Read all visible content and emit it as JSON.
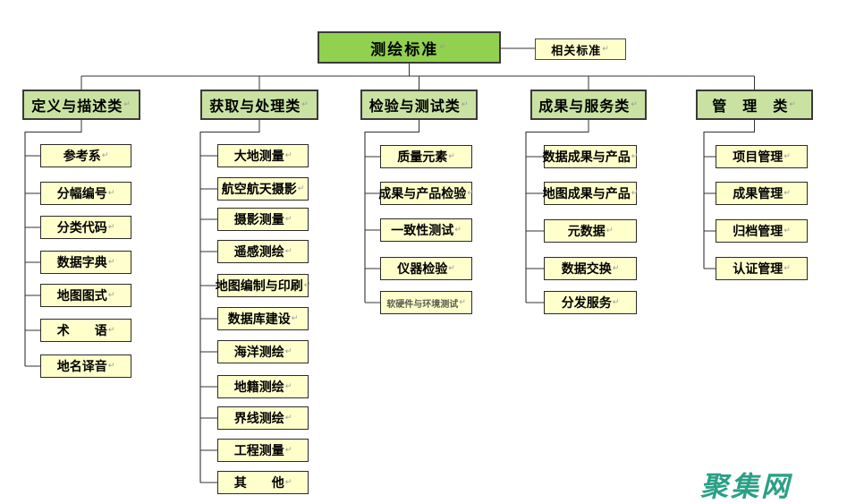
{
  "root": {
    "label": "测绘标准"
  },
  "related": {
    "label": "相关标准"
  },
  "categories": [
    {
      "label": "定义与描述类",
      "children": [
        "参考系",
        "分幅编号",
        "分类代码",
        "数据字典",
        "地图图式",
        "术　　语",
        "地名译音"
      ]
    },
    {
      "label": "获取与处理类",
      "children": [
        "大地测量",
        "航空航天摄影",
        "摄影测量",
        "遥感测绘",
        "地图编制与印刷",
        "数据库建设",
        "海洋测绘",
        "地籍测绘",
        "界线测绘",
        "工程测量",
        "其　　他"
      ]
    },
    {
      "label": "检验与测试类",
      "children": [
        "质量元素",
        "成果与产品检验",
        "一致性测试",
        "仪器检验",
        "软硬件与环境测试"
      ]
    },
    {
      "label": "成果与服务类",
      "children": [
        "数据成果与产品",
        "地图成果与产品",
        "元数据",
        "数据交换",
        "分发服务"
      ]
    },
    {
      "label": "管　理　类",
      "children": [
        "项目管理",
        "成果管理",
        "归档管理",
        "认证管理"
      ]
    }
  ],
  "watermark": {
    "text": "聚集网",
    "color": "#2aa086"
  },
  "ui": {
    "return_mark": "↵"
  },
  "colors": {
    "root_fill": "#92d050",
    "category_fill": "#c9e2a2",
    "leaf_fill": "#ffffcc",
    "line": "#333333",
    "trunk": "#8f8f8f",
    "watermark": "#2aa086"
  }
}
